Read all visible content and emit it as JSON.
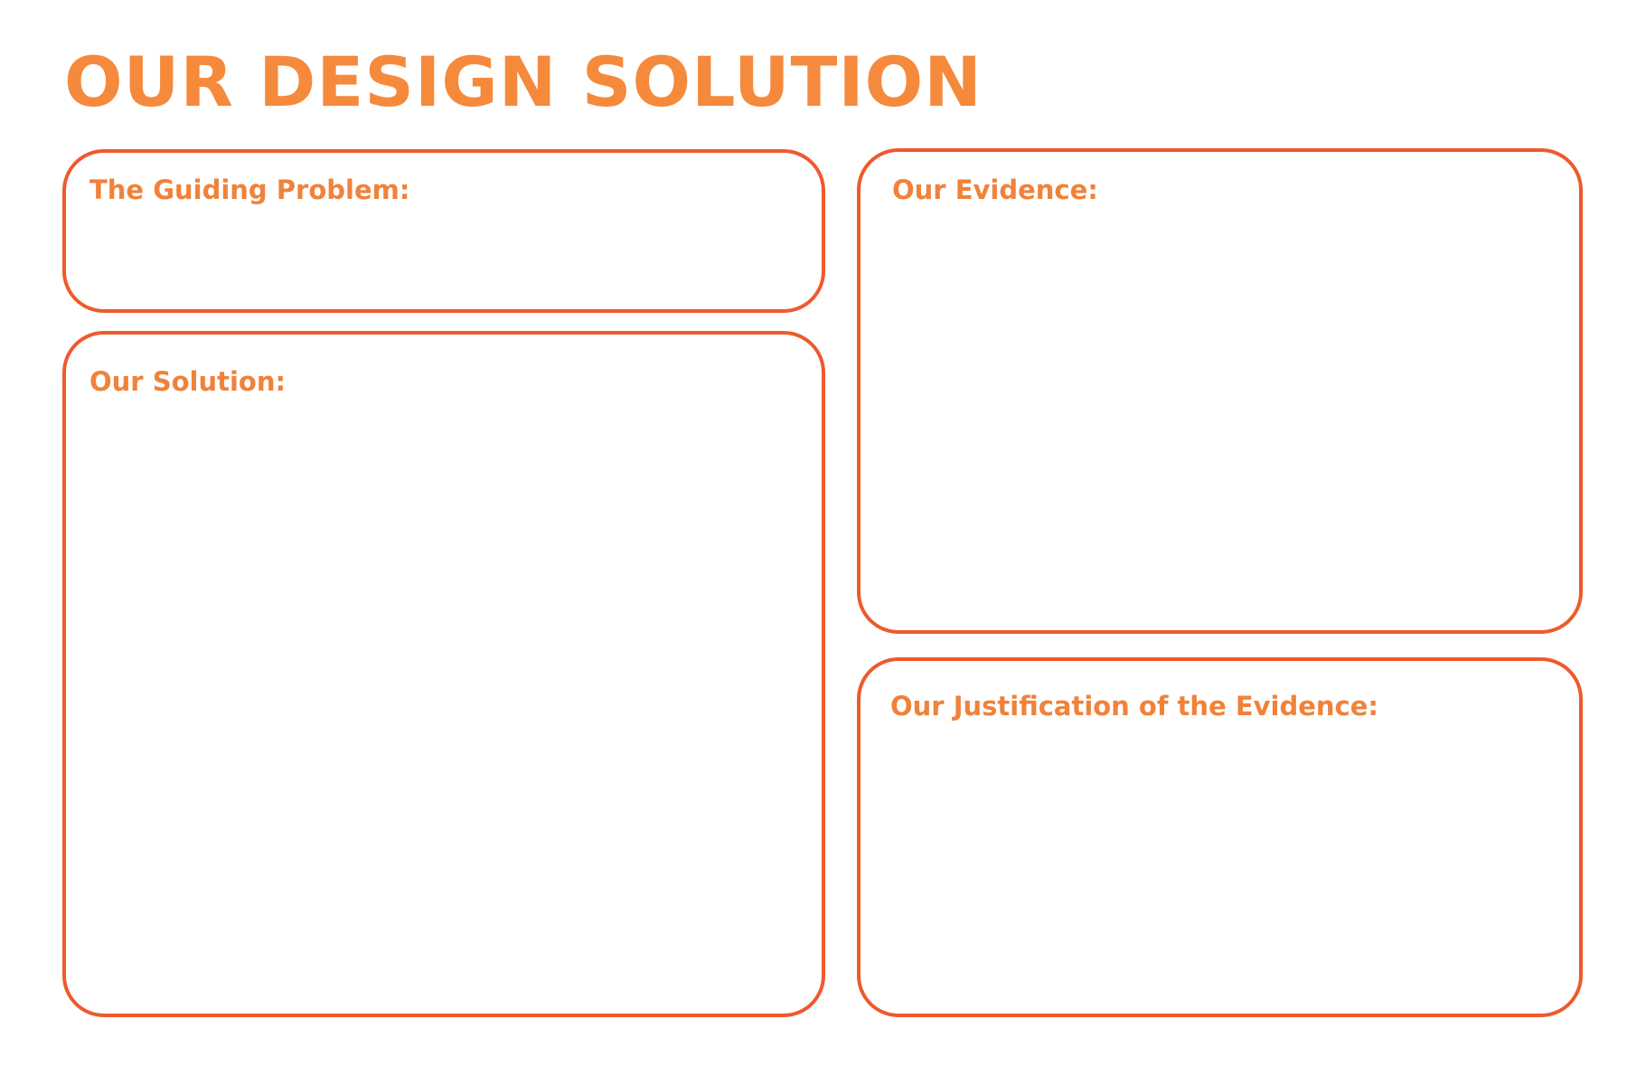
{
  "title": "OUR DESIGN SOLUTION",
  "colors": {
    "title": "#F58A3C",
    "label": "#F0823A",
    "border": "#EE5A2C",
    "background": "#FFFFFF"
  },
  "boxes": {
    "problem": {
      "label": "The Guiding Problem:"
    },
    "solution": {
      "label": "Our Solution:"
    },
    "evidence": {
      "label": "Our Evidence:"
    },
    "justification": {
      "label": "Our Justification of the Evidence:"
    }
  }
}
